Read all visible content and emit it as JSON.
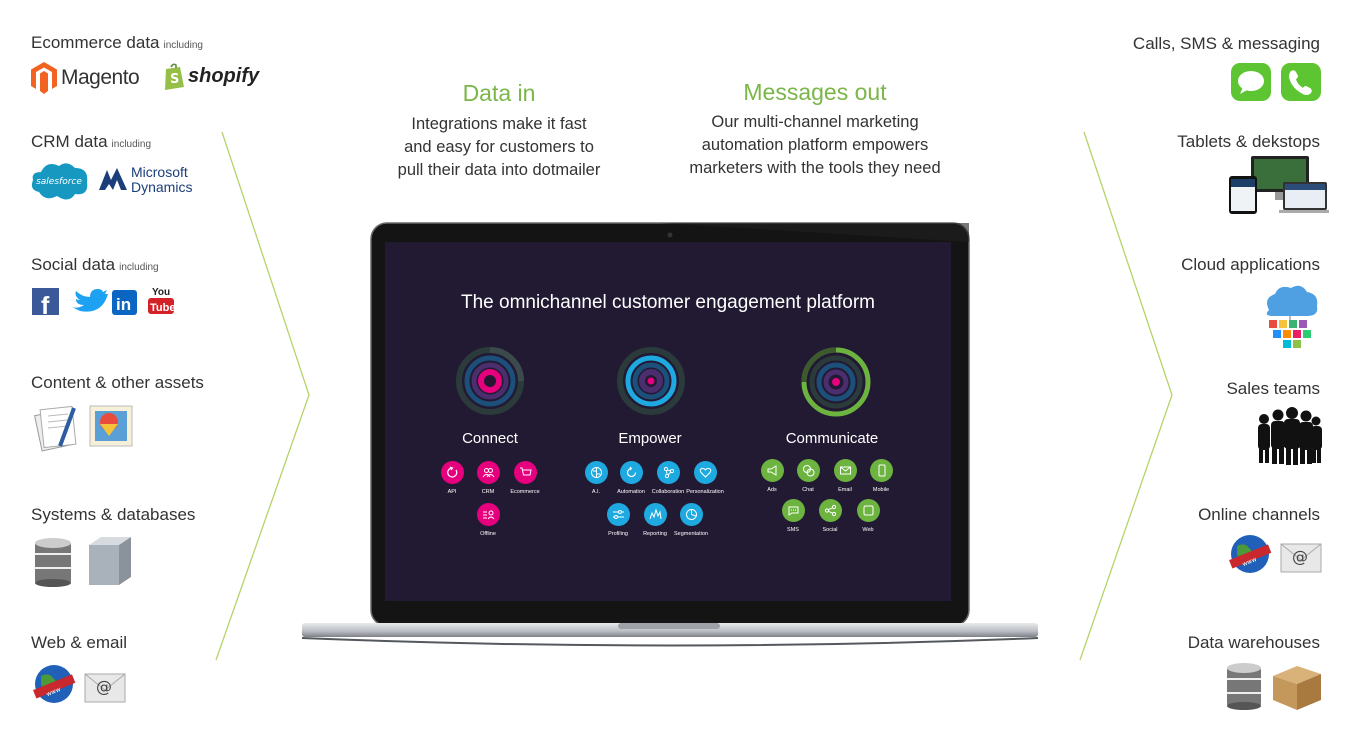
{
  "left": {
    "items": [
      {
        "title": "Ecommerce data",
        "sub": "including"
      },
      {
        "title": "CRM data",
        "sub": "including"
      },
      {
        "title": "Social data",
        "sub": "including"
      },
      {
        "title": "Content & other assets",
        "sub": ""
      },
      {
        "title": "Systems & databases",
        "sub": ""
      },
      {
        "title": "Web & email",
        "sub": ""
      }
    ],
    "brands": {
      "magento": "Magento",
      "shopify": "shopify",
      "salesforce": "salesforce",
      "microsoft": "Microsoft",
      "dynamics": "Dynamics",
      "youtube_you": "You",
      "youtube_tube": "Tube"
    }
  },
  "right": {
    "items": [
      "Calls, SMS & messaging",
      "Tablets & dekstops",
      "Cloud applications",
      "Sales teams",
      "Online channels",
      "Data warehouses"
    ]
  },
  "data_in": {
    "heading": "Data in",
    "lines": [
      "Integrations make it fast",
      "and easy for customers to",
      "pull their data into dotmailer"
    ]
  },
  "messages_out": {
    "heading": "Messages out",
    "lines": [
      "Our multi-channel marketing",
      "automation platform empowers",
      "marketers with the tools they need"
    ]
  },
  "screen": {
    "title": "The omnichannel customer engagement platform",
    "pillars": [
      {
        "label": "Connect",
        "color": "#e6007e",
        "features": [
          "API",
          "CRM",
          "Ecommerce",
          "Offline"
        ]
      },
      {
        "label": "Empower",
        "color": "#1fa9e1",
        "features": [
          "A.I.",
          "Automation",
          "Collaboration",
          "Personalization",
          "Profiling",
          "Reporting",
          "Segmentation"
        ]
      },
      {
        "label": "Communicate",
        "color": "#6cb33f",
        "features": [
          "Ads",
          "Chat",
          "Email",
          "Mobile",
          "SMS",
          "Social",
          "Web"
        ]
      }
    ]
  },
  "icons": {
    "email_at": "@",
    "www": "www"
  },
  "colors": {
    "accent_green": "#7ab648",
    "screen_bg": "#221a33",
    "connect": "#e6007e",
    "empower": "#1fa9e1",
    "communicate": "#6cb33f"
  }
}
